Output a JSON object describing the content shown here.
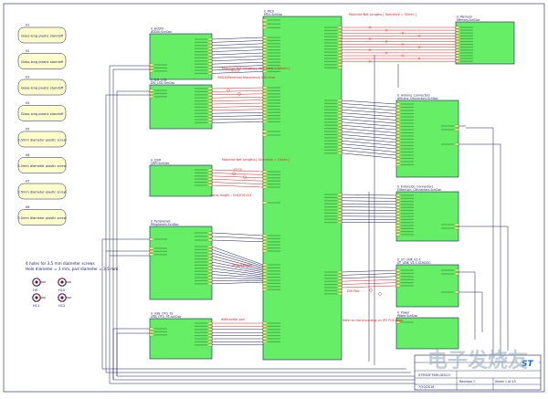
{
  "mounting_holes": {
    "items": [
      {
        "ref": "H1",
        "label": "Glass-long plastic standoff"
      },
      {
        "ref": "H2",
        "label": "Glass-long plastic standoff"
      },
      {
        "ref": "H3",
        "label": "Glass-long plastic standoff"
      },
      {
        "ref": "H4",
        "label": "Glass-long plastic standoff"
      },
      {
        "ref": "H5",
        "label": "3.5mm diameter plastic screw"
      },
      {
        "ref": "H6",
        "label": "3.5mm diameter plastic screw"
      },
      {
        "ref": "H7",
        "label": "3.5mm diameter plastic screw"
      },
      {
        "ref": "H8",
        "label": "3.5mm diameter plastic screw"
      }
    ],
    "note_line1": "4 holes for 3.5 mm diameter screws",
    "note_line2": "Hole diameter = 3 mm, pad diameter = 3.5 mm",
    "hole_refs": [
      "H9",
      "H10",
      "H11",
      "H12"
    ]
  },
  "blocks": {
    "mcu": {
      "ref": "U_MCU",
      "sheet": "MCU.SchDoc"
    },
    "audio": {
      "ref": "U_AUDIO",
      "sheet": "AUDIO.SchDoc"
    },
    "lcd": {
      "ref": "U_DSI_LCD",
      "sheet": "DSI_LCD.SchDoc"
    },
    "qspi": {
      "ref": "U_QSPI",
      "sheet": "QSPI.SchDoc"
    },
    "periph": {
      "ref": "U_Peripherals",
      "sheet": "Peripherals.SchDoc"
    },
    "usb": {
      "ref": "U_USB_OTG_FS",
      "sheet": "USB_OTG_FS.SchDoc"
    },
    "memory": {
      "ref": "U_Memory",
      "sheet": "Memory.SchDoc"
    },
    "arduino": {
      "ref": "U_Arduino_Connectors",
      "sheet": "Arduino_Connectors.SchDoc"
    },
    "ext": {
      "ref": "U_Extension_Connectors",
      "sheet": "Extension_Connectors.SchDoc"
    },
    "stlink": {
      "ref": "U_ST_LINK_V2-1",
      "sheet": "ST_LINK_V2-1.SCHDOC"
    },
    "power": {
      "ref": "U_Power",
      "sheet": "Power.SchDoc"
    }
  },
  "annotations": {
    "mem_length": "Matched Net Lengths [ Tolerance = 50mm ]",
    "lcd_length": "Matched Net Lengths [ Tolerance = 10mm ]",
    "lcd_diff": "50Ω Differential Impedance 100 ohm",
    "qspi_length": "Matched Net Lengths [ Tolerance = 10mm ]",
    "qspi_note": "Same length : CLK/IO0-IO3",
    "usb_note": "differential pair",
    "stlink_note": "Refer to the mounting on JP3 PCB page",
    "sdio": "SDIO/SDRAM",
    "diffpair": "Diff Pair"
  },
  "title_block": {
    "title": "STM32F769I-DISCO",
    "sheet": "Sheet 1 of 15",
    "date": "7/20/2016",
    "rev": "Revision C",
    "brand": "ST"
  },
  "watermark": "电子发烧友",
  "colors": {
    "block_fill": "#66ee66",
    "note_fill": "#ffffcc",
    "net_red": "#dd2222",
    "wire": "#1a1a66"
  }
}
